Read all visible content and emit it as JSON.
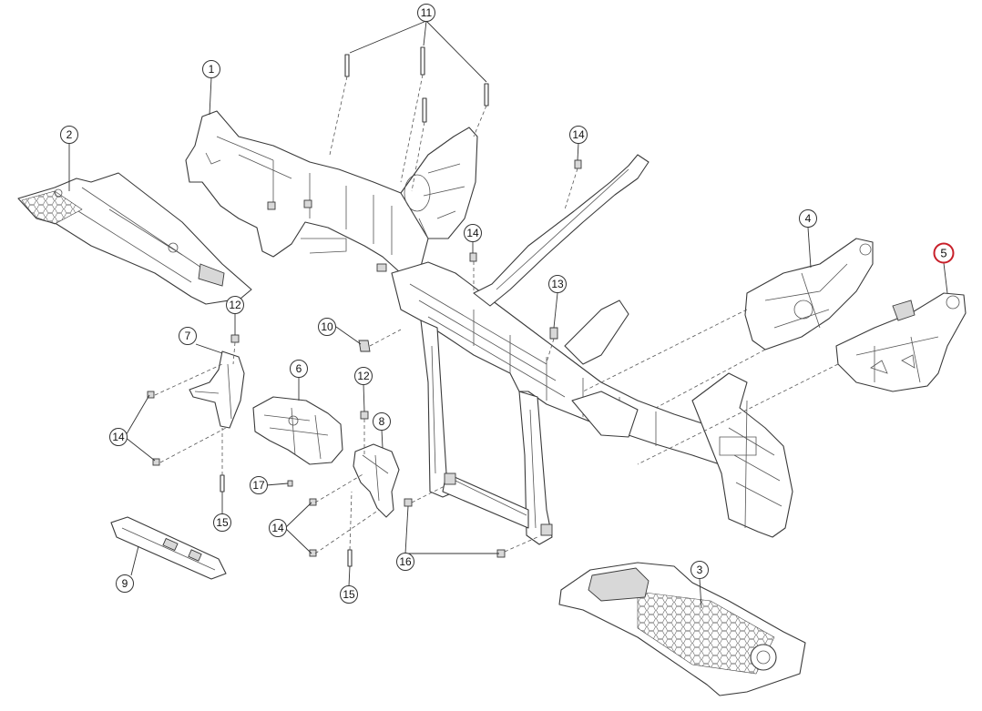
{
  "accent_color": "#c8202a",
  "callouts": [
    {
      "id": "c1",
      "label": "1"
    },
    {
      "id": "c2",
      "label": "2"
    },
    {
      "id": "c3",
      "label": "3"
    },
    {
      "id": "c4",
      "label": "4"
    },
    {
      "id": "c5",
      "label": "5",
      "highlighted": true
    },
    {
      "id": "c6",
      "label": "6"
    },
    {
      "id": "c7",
      "label": "7"
    },
    {
      "id": "c8",
      "label": "8"
    },
    {
      "id": "c9",
      "label": "9"
    },
    {
      "id": "c10",
      "label": "10"
    },
    {
      "id": "c11",
      "label": "11"
    },
    {
      "id": "c12a",
      "label": "12"
    },
    {
      "id": "c12b",
      "label": "12"
    },
    {
      "id": "c13",
      "label": "13"
    },
    {
      "id": "c14a",
      "label": "14"
    },
    {
      "id": "c14b",
      "label": "14"
    },
    {
      "id": "c14c",
      "label": "14"
    },
    {
      "id": "c14d",
      "label": "14"
    },
    {
      "id": "c15a",
      "label": "15"
    },
    {
      "id": "c15b",
      "label": "15"
    },
    {
      "id": "c16",
      "label": "16"
    },
    {
      "id": "c17",
      "label": "17"
    }
  ]
}
